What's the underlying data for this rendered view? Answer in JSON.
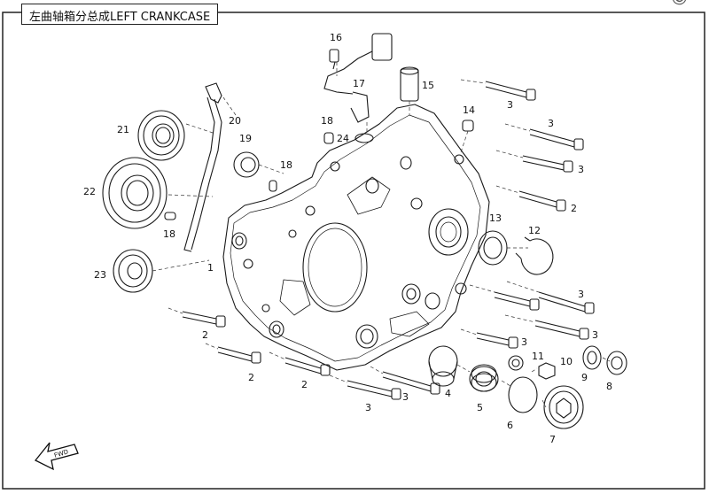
{
  "title": "左曲轴箱分总成LEFT CRANKCASE",
  "watermark": "© Pa",
  "fwd_label": "FWD",
  "callouts": [
    {
      "id": "c1",
      "label": "1"
    },
    {
      "id": "c2a",
      "label": "2"
    },
    {
      "id": "c2b",
      "label": "2"
    },
    {
      "id": "c2c",
      "label": "2"
    },
    {
      "id": "c2d",
      "label": "2"
    },
    {
      "id": "c3a",
      "label": "3"
    },
    {
      "id": "c3b",
      "label": "3"
    },
    {
      "id": "c3c",
      "label": "3"
    },
    {
      "id": "c3d",
      "label": "3"
    },
    {
      "id": "c3e",
      "label": "3"
    },
    {
      "id": "c3f",
      "label": "3"
    },
    {
      "id": "c3g",
      "label": "3"
    },
    {
      "id": "c3h",
      "label": "3"
    },
    {
      "id": "c4",
      "label": "4"
    },
    {
      "id": "c5",
      "label": "5"
    },
    {
      "id": "c6",
      "label": "6"
    },
    {
      "id": "c7",
      "label": "7"
    },
    {
      "id": "c8",
      "label": "8"
    },
    {
      "id": "c9",
      "label": "9"
    },
    {
      "id": "c10",
      "label": "10"
    },
    {
      "id": "c11",
      "label": "11"
    },
    {
      "id": "c12",
      "label": "12"
    },
    {
      "id": "c13",
      "label": "13"
    },
    {
      "id": "c14",
      "label": "14"
    },
    {
      "id": "c15",
      "label": "15"
    },
    {
      "id": "c16",
      "label": "16"
    },
    {
      "id": "c17",
      "label": "17"
    },
    {
      "id": "c18a",
      "label": "18"
    },
    {
      "id": "c18b",
      "label": "18"
    },
    {
      "id": "c18c",
      "label": "18"
    },
    {
      "id": "c19",
      "label": "19"
    },
    {
      "id": "c20",
      "label": "20"
    },
    {
      "id": "c21",
      "label": "21"
    },
    {
      "id": "c22",
      "label": "22"
    },
    {
      "id": "c23",
      "label": "23"
    },
    {
      "id": "c24",
      "label": "24"
    }
  ],
  "colors": {
    "line": "#1a1a1a",
    "frame": "#222222",
    "leader": "#333333",
    "paper": "#ffffff"
  }
}
